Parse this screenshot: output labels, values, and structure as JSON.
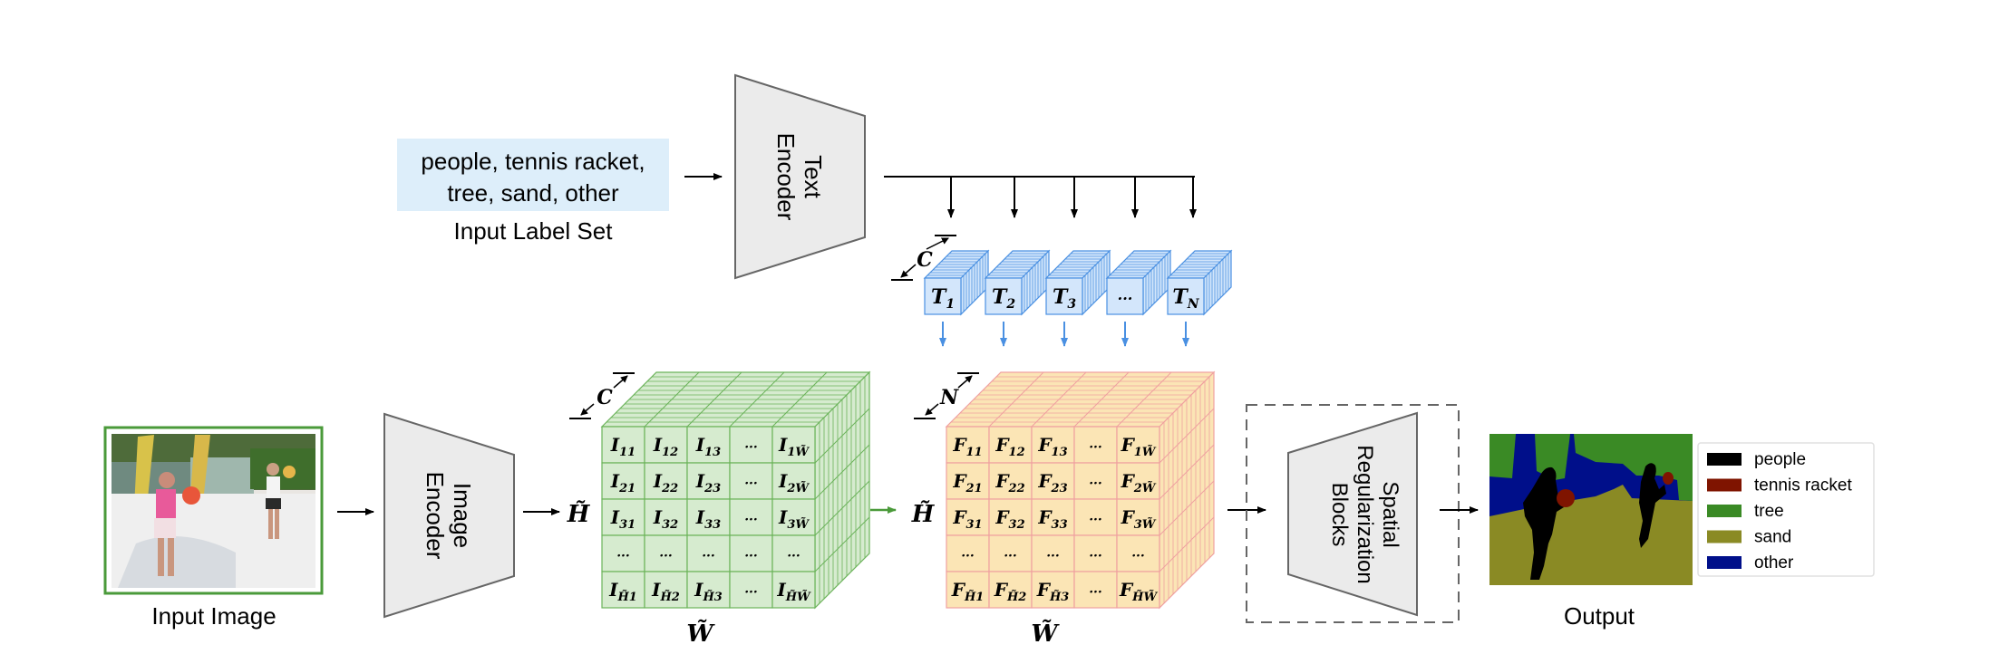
{
  "label_set": {
    "text_line1": "people, tennis racket,",
    "text_line2": "tree, sand, other",
    "caption": "Input Label Set",
    "bg_color": "#ddeefa"
  },
  "text_encoder": {
    "line1": "Text",
    "line2": "Encoder"
  },
  "image_encoder": {
    "line1": "Image",
    "line2": "Encoder"
  },
  "spatial_block": {
    "line1": "Spatial",
    "line2": "Regularization",
    "line3": "Blocks"
  },
  "input_image": {
    "caption": "Input Image",
    "frame_color": "#4a9a3a"
  },
  "output": {
    "caption": "Output"
  },
  "text_tokens": {
    "dim_label": "C",
    "tokens": [
      {
        "base": "T",
        "sub": "1"
      },
      {
        "base": "T",
        "sub": "2"
      },
      {
        "base": "T",
        "sub": "3"
      },
      {
        "base": "···",
        "sub": ""
      },
      {
        "base": "T",
        "sub": "N"
      }
    ],
    "color": "#4a90e2",
    "fill": "#d3e6fb"
  },
  "image_features": {
    "depth_label": "C",
    "height_label": "H̃",
    "width_label": "W̃",
    "base": "I",
    "rows": [
      [
        "11",
        "12",
        "13",
        "···",
        "1W̃"
      ],
      [
        "21",
        "22",
        "23",
        "···",
        "2W̃"
      ],
      [
        "31",
        "32",
        "33",
        "···",
        "3W̃"
      ],
      [
        "···",
        "···",
        "···",
        "···",
        "···"
      ],
      [
        "H̃1",
        "H̃2",
        "H̃3",
        "···",
        "H̃W̃"
      ]
    ],
    "fill": "#d6ebcf",
    "stroke": "#6bb35a"
  },
  "fused_features": {
    "depth_label": "N",
    "height_label": "H̃",
    "width_label": "W̃",
    "base": "F",
    "rows": [
      [
        "11",
        "12",
        "13",
        "···",
        "1W̃"
      ],
      [
        "21",
        "22",
        "23",
        "···",
        "2W̃"
      ],
      [
        "31",
        "32",
        "33",
        "···",
        "3W̃"
      ],
      [
        "···",
        "···",
        "···",
        "···",
        "···"
      ],
      [
        "H̃1",
        "H̃2",
        "H̃3",
        "···",
        "H̃W̃"
      ]
    ],
    "fill": "#fbe5b5",
    "stroke": "#f0a0a0"
  },
  "legend": {
    "items": [
      {
        "label": "people",
        "color": "#000000"
      },
      {
        "label": "tennis racket",
        "color": "#7f1400"
      },
      {
        "label": "tree",
        "color": "#3a8a25"
      },
      {
        "label": "sand",
        "color": "#8a8a24"
      },
      {
        "label": "other",
        "color": "#000f8a"
      }
    ]
  }
}
